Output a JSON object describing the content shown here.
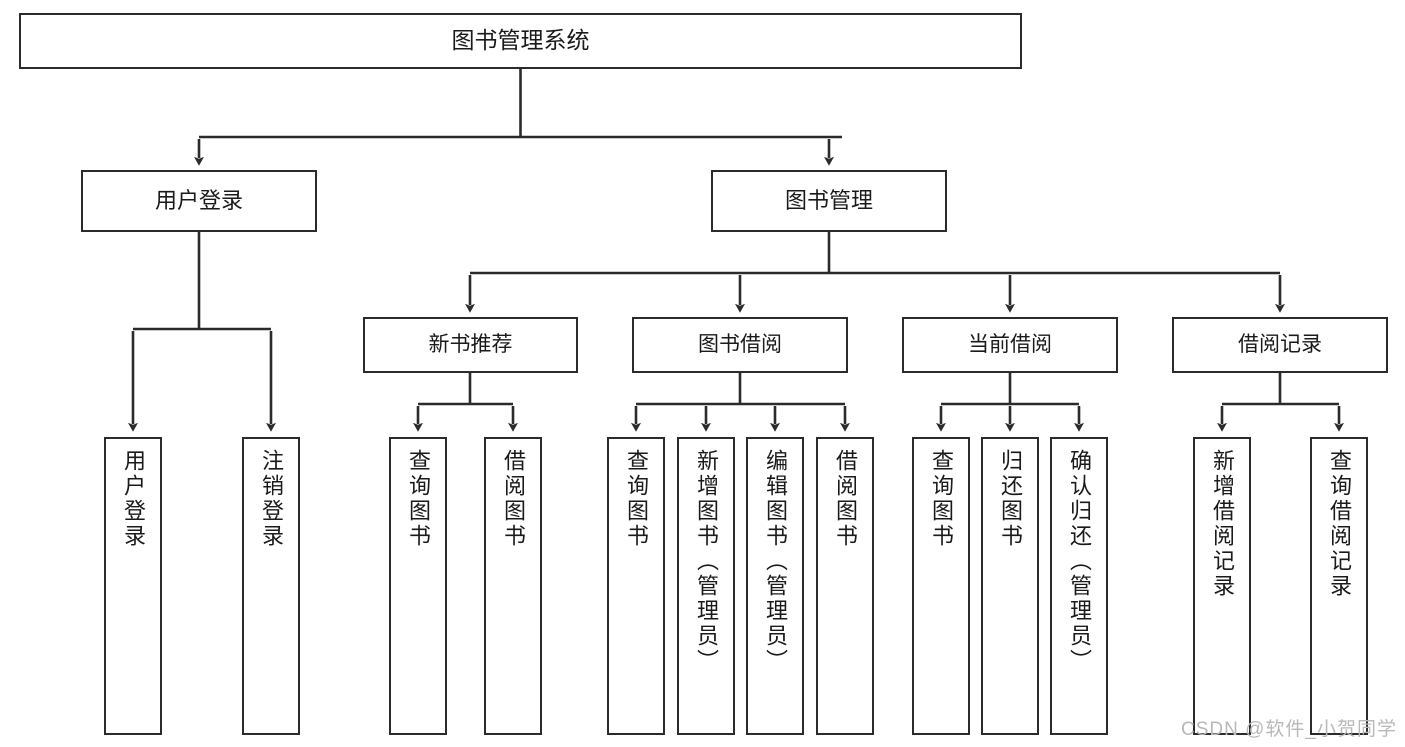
{
  "diagram": {
    "title": "图书管理系统",
    "type": "tree",
    "root": {
      "label": "图书管理系统"
    },
    "level2": [
      {
        "label": "用户登录"
      },
      {
        "label": "图书管理"
      }
    ],
    "level3": [
      {
        "label": "新书推荐"
      },
      {
        "label": "图书借阅"
      },
      {
        "label": "当前借阅"
      },
      {
        "label": "借阅记录"
      }
    ],
    "leaves": [
      {
        "label": "用户登录"
      },
      {
        "label": "注销登录"
      },
      {
        "label": "查询图书"
      },
      {
        "label": "借阅图书"
      },
      {
        "label": "查询图书"
      },
      {
        "label": "新增图书（管理员）"
      },
      {
        "label": "编辑图书（管理员）"
      },
      {
        "label": "借阅图书"
      },
      {
        "label": "查询图书"
      },
      {
        "label": "归还图书"
      },
      {
        "label": "确认归还（管理员）"
      },
      {
        "label": "新增借阅记录"
      },
      {
        "label": "查询借阅记录"
      }
    ]
  },
  "watermark": {
    "text": "CSDN @软件_小贺同学"
  },
  "colors": {
    "stroke": "#2b2b2b",
    "background": "#ffffff",
    "text": "#1a1a1a",
    "watermark": "#b9b9b9"
  }
}
